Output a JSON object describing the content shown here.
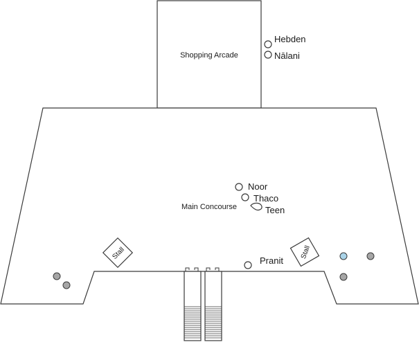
{
  "areas": {
    "shopping_arcade": "Shopping  Arcade",
    "main_concourse": "Main Concourse",
    "stall_left": "Stall",
    "stall_right": "Stall"
  },
  "people": {
    "hebden": "Hebden",
    "nalani": "Nālani",
    "noor": "Noor",
    "thaco": "Thaco",
    "teen": "Teen",
    "pranit": "Pranit"
  },
  "colors": {
    "outline": "#3a3a3a",
    "person_fill": "#ffffff",
    "gray_dot": "#a6a6a6",
    "blue_dot": "#a9d3e8"
  }
}
